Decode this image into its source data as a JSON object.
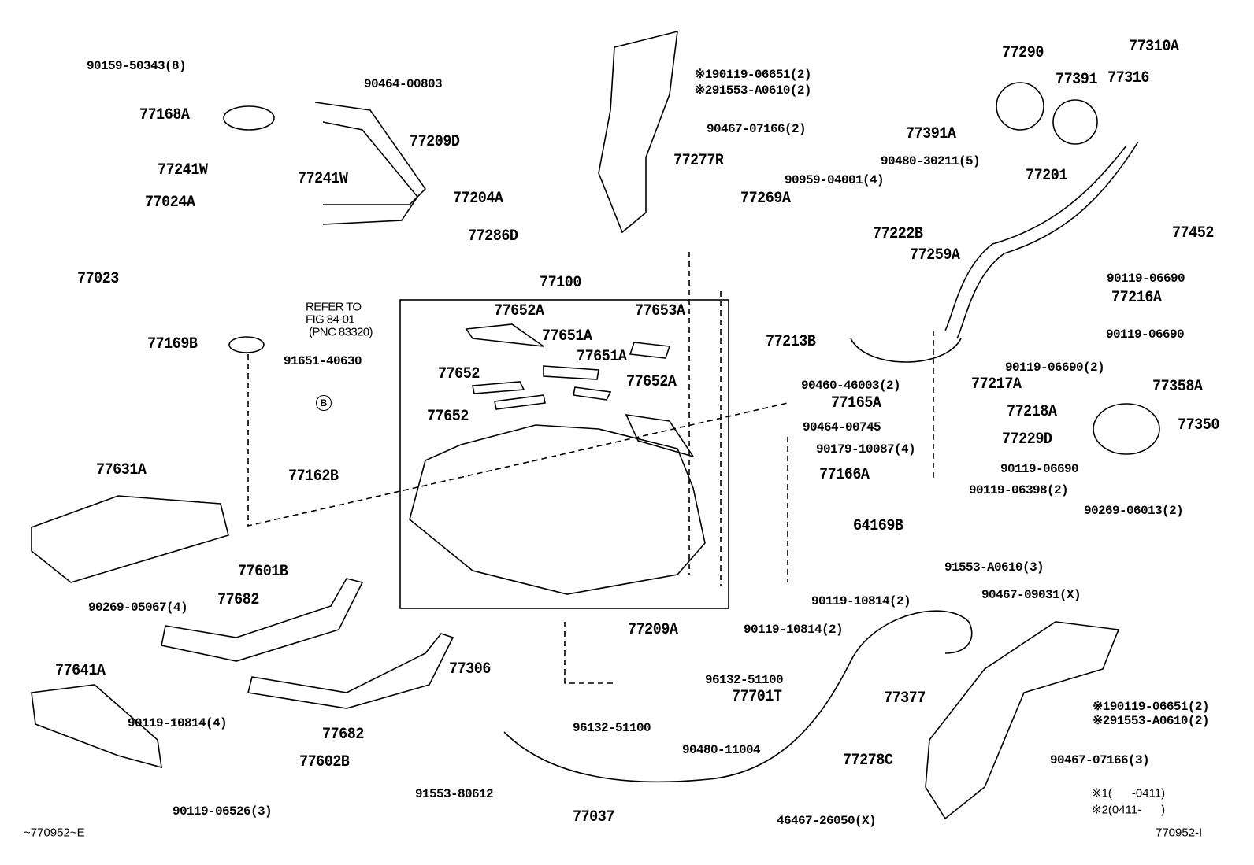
{
  "diagram": {
    "colors": {
      "ink": "#000000",
      "background": "#ffffff"
    },
    "callout_circle": "B",
    "refer_note": [
      "REFER TO",
      "FIG 84-01",
      "(PNC 83320)"
    ],
    "footer_left": "~770952~E",
    "footer_right": "770952-I",
    "labels": [
      "77168A",
      "77241W",
      "77241W",
      "77024A",
      "77023",
      "77169B",
      "77209D",
      "77204A",
      "77286D",
      "77100",
      "77652A",
      "77651A",
      "77653A",
      "77651A",
      "77652",
      "77652A",
      "77652",
      "77162B",
      "77631A",
      "77601B",
      "77682",
      "77682",
      "77602B",
      "77641A",
      "77306",
      "77037",
      "77209A",
      "77701T",
      "77377",
      "77278C",
      "77277R",
      "77290",
      "77310A",
      "77391",
      "77316",
      "77391A",
      "77201",
      "77269A",
      "77222B",
      "77259A",
      "77213B",
      "77452",
      "77216A",
      "77217A",
      "77358A",
      "77350",
      "77218A",
      "77229D",
      "77165A",
      "77166A",
      "64169B"
    ],
    "bolt_labels": [
      "90159-50343(8)",
      "90464-00803",
      "91651-40630",
      "90269-05067(4)",
      "90119-10814(4)",
      "90119-06526(3)",
      "91553-80612",
      "96132-51100",
      "96132-51100",
      "90480-11004",
      "46467-26050(X)",
      "90467-07166(3)",
      "※190119-06651(2)",
      "※291553-A0610(2)",
      "※190119-06651(2)",
      "※291553-A0610(2)",
      "90467-07166(2)",
      "90480-30211(5)",
      "90959-04001(4)",
      "90119-06690",
      "90119-06690",
      "90119-06690(2)",
      "90460-46003(2)",
      "90464-00745",
      "90179-10087(4)",
      "90119-06690",
      "90119-06398(2)",
      "90269-06013(2)",
      "91553-A0610(3)",
      "90467-09031(X)",
      "90119-10814(2)",
      "90119-10814(2)"
    ],
    "applicability_notes": [
      "※1(      -0411)",
      "※2(0411-      )"
    ]
  }
}
